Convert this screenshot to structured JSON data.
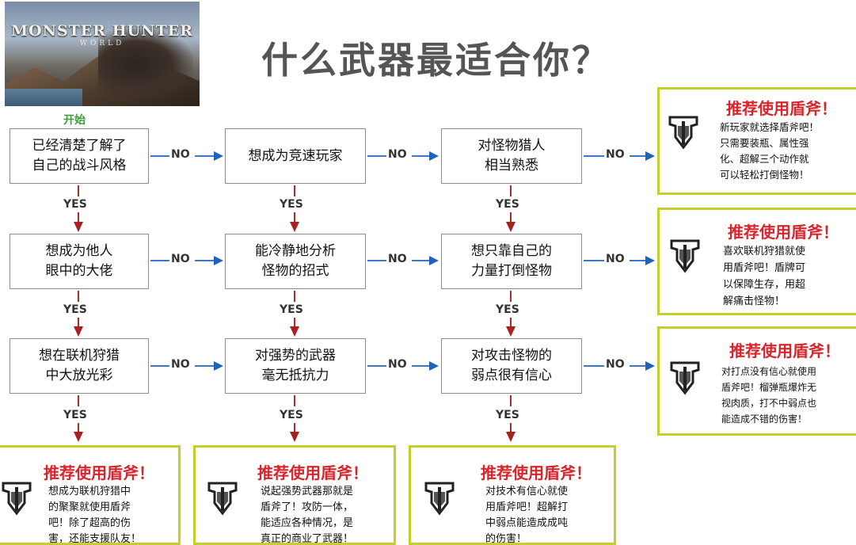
{
  "logo": {
    "line1": "MONSTER HUNTER",
    "line2": "WORLD"
  },
  "title": "什么武器最适合你？",
  "start_label": "开始",
  "labels": {
    "no": "NO",
    "yes": "YES"
  },
  "questions": {
    "r1c1": "已经清楚了解了\n自己的战斗风格",
    "r1c2": "想成为竞速玩家",
    "r1c3": "对怪物猎人\n相当熟悉",
    "r2c1": "想成为他人\n眼中的大佬",
    "r2c2": "能冷静地分析\n怪物的招式",
    "r2c3": "想只靠自己的\n力量打倒怪物",
    "r3c1": "想在联机狩猎\n中大放光彩",
    "r3c2": "对强势的武器\n毫无抵抗力",
    "r3c3": "对攻击怪物的\n弱点很有信心"
  },
  "results": {
    "heading": "推荐使用盾斧！",
    "right1": "新玩家就选择盾斧吧！\n只需要装瓶、属性强\n化、超解三个动作就\n可以轻松打倒怪物！",
    "right2": "喜欢联机狩猎就使\n用盾斧吧！盾牌可\n以保障生存，用超\n解痛击怪物！",
    "right3": "对打点没有信心就使用\n盾斧吧！榴弹瓶爆炸无\n视肉质，打不中弱点也\n能造成不错的伤害！",
    "bottom1": "想成为联机狩猎中\n的聚聚就使用盾斧\n吧！除了超高的伤\n害，还能支援队友！",
    "bottom2": "说起强势武器那就是\n盾斧了！攻防一体，\n能适应各种情况，是\n真正的商业了武器！",
    "bottom3": "对技术有信心就使\n用盾斧吧！超解打\n中弱点能造成成吨\n的伤害！"
  },
  "colors": {
    "yes_arrow": "#a82020",
    "no_arrow": "#1f62b8",
    "result_border": "#c4cf2e",
    "heading": "#d8242b",
    "start": "#3e9c3a"
  }
}
